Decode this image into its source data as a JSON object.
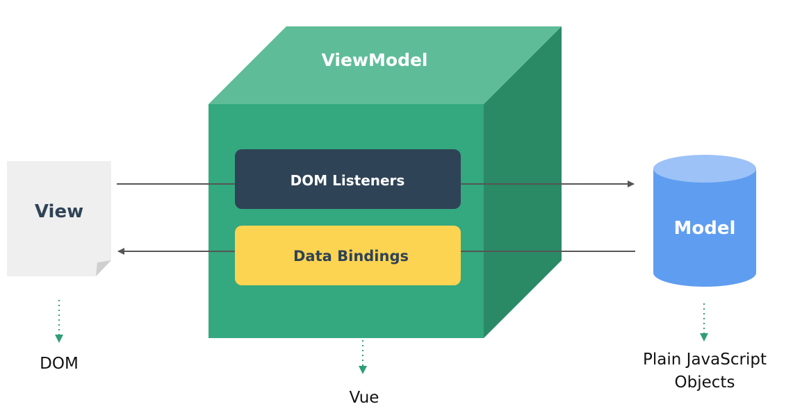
{
  "view_model": {
    "title": "ViewModel",
    "dom_listeners_label": "DOM Listeners",
    "data_bindings_label": "Data Bindings",
    "caption": "Vue"
  },
  "view": {
    "label": "View",
    "caption": "DOM"
  },
  "model": {
    "label": "Model",
    "caption_line1": "Plain JavaScript",
    "caption_line2": "Objects"
  },
  "colors": {
    "cube_front": "#34a87f",
    "cube_top": "#5ebd98",
    "cube_side": "#2a8a66",
    "dom_listeners_box": "#2f4356",
    "data_bindings_box": "#fdd451",
    "view_doc": "#efefef",
    "model_cylinder": "#5f9df0",
    "model_cylinder_top": "#9cc2f7",
    "dotted_arrow": "#2f9e78",
    "arrow": "#555555"
  }
}
